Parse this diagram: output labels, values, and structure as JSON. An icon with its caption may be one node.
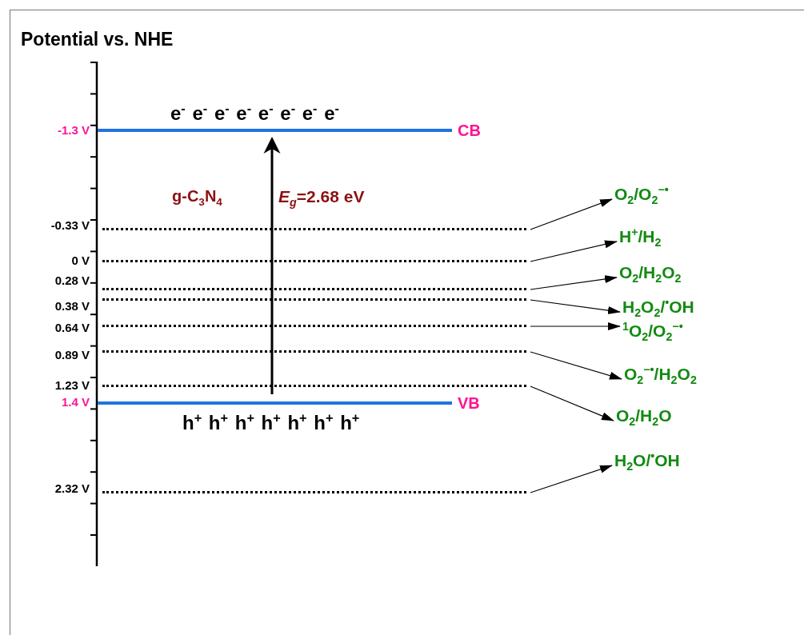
{
  "diagram": {
    "title": "Potential vs. NHE",
    "nodes": [
      {
        "text": [
          "CB"
        ],
        "beside": [
          "-1.3 V"
        ]
      },
      {
        "text": [
          "VB"
        ],
        "beside": [
          "1.4 V"
        ]
      },
      {
        "text": [],
        "shape": "line",
        "beside": [
          "-0.33 V"
        ]
      },
      {
        "text": [],
        "shape": "line",
        "beside": [
          "0 V"
        ]
      },
      {
        "text": [],
        "shape": "line",
        "beside": [
          "0.28 V"
        ]
      },
      {
        "text": [],
        "shape": "line",
        "beside": [
          "0.38 V"
        ]
      },
      {
        "text": [],
        "shape": "line",
        "beside": [
          "0.64 V"
        ]
      },
      {
        "text": [],
        "shape": "line",
        "beside": [
          "0.89 V"
        ]
      },
      {
        "text": [],
        "shape": "line",
        "beside": [
          "1.23 V"
        ]
      },
      {
        "text": [],
        "shape": "line",
        "beside": [
          "2.32 V"
        ]
      },
      {
        "text": [
          "O$_{2}$/O$_{2}$$^{−•}$"
        ]
      },
      {
        "text": [
          "H$^{+}$/H$_{2}$"
        ]
      },
      {
        "text": [
          "O$_{2}$/H$_{2}$O$_{2}$"
        ]
      },
      {
        "text": [
          "H$_{2}$O$_{2}$/$^{•}$OH"
        ]
      },
      {
        "text": [
          "$^{1}$O$_{2}$/O$_{2}$$^{−•}$"
        ]
      },
      {
        "text": [
          "O$_{2}$$^{−•}$/H$_{2}$O$_{2}$"
        ]
      },
      {
        "text": [
          "O$_{2}$/H$_{2}$O"
        ]
      },
      {
        "text": [
          "H$_{2}$O/$^{•}$OH"
        ]
      }
    ],
    "edges": [
      {
        "from": 1,
        "to": 0,
        "arrow": "to",
        "label": "*E*$_{g}$=2.68 eV",
        "style": "thick"
      },
      {
        "from": 2,
        "to": 10,
        "arrow": "to"
      },
      {
        "from": 3,
        "to": 11,
        "arrow": "to"
      },
      {
        "from": 4,
        "to": 12,
        "arrow": "to"
      },
      {
        "from": 5,
        "to": 13,
        "arrow": "to"
      },
      {
        "from": 6,
        "to": 14,
        "arrow": "to"
      },
      {
        "from": 7,
        "to": 15,
        "arrow": "to"
      },
      {
        "from": 8,
        "to": 16,
        "arrow": "to"
      },
      {
        "from": 9,
        "to": 17,
        "arrow": "to"
      }
    ],
    "labels": [
      "e$^{-}$ e$^{-}$ e$^{-}$ e$^{-}$ e$^{-}$ e$^{-}$ e$^{-}$ e$^{-}$",
      "g-C$_{3}$N$_{4}$",
      "h$^{+}$ h$^{+}$ h$^{+}$ h$^{+}$ h$^{+}$ h$^{+}$ h$^{+}$"
    ]
  }
}
